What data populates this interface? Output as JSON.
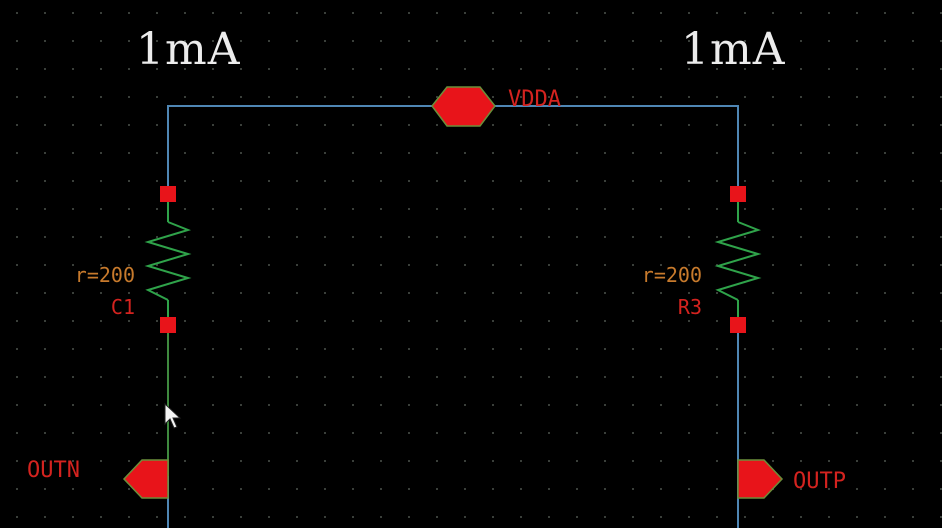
{
  "schematic": {
    "annotations": {
      "left_current": "1mA",
      "right_current": "1mA"
    },
    "pins": {
      "supply": "VDDA",
      "output_negative": "OUTN",
      "output_positive": "OUTP"
    },
    "resistors": [
      {
        "param": "r=200",
        "instance": "C1"
      },
      {
        "param": "r=200",
        "instance": "R3"
      }
    ],
    "colors": {
      "background": "#000000",
      "grid_dot": "#3a3f3a",
      "wire": "#4f86b4",
      "resistor": "#2fa34a",
      "pin_red": "#e8141a",
      "pin_outline": "#6b8f3a",
      "param_text": "#c77a2c",
      "label_red": "#d4231f",
      "annotation": "#ececec"
    },
    "icons": [
      "mouse-cursor-icon"
    ]
  }
}
